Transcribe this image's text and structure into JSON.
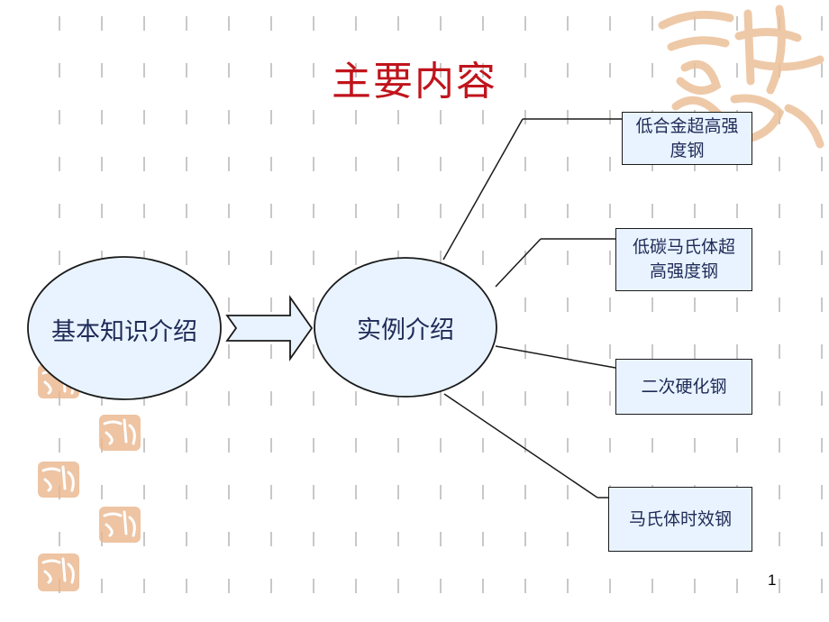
{
  "slide": {
    "title": "主要内容",
    "page_number": "1"
  },
  "nodes": {
    "basics": "基本知识介绍",
    "examples": "实例介绍"
  },
  "branches": [
    "低合金超高强度钢",
    "低碳马氏体超高强度钢",
    "二次硬化钢",
    "马氏体时效钢"
  ],
  "colors": {
    "title": "#c0141c",
    "node_fill": "#e8f3ff",
    "text": "#1f2a57",
    "grid_dashes": "#c8c8c8",
    "stamp": "#e9b48a"
  }
}
